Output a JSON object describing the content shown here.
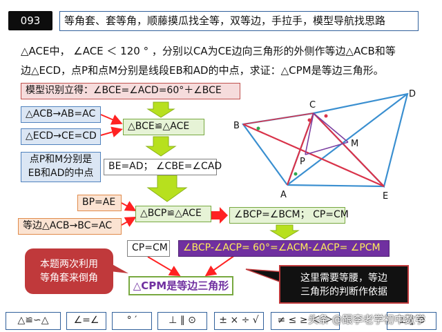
{
  "header": {
    "badge": "093",
    "title": "等角套、套等角，顺藤摸瓜找全等，双等边，手拉手，模型导航找思路"
  },
  "problem": {
    "line1": "△ACE中， ∠ACE ＜ 120 ° ，分别以CA为CE边向三角形的外侧作等边△ACB和等",
    "line2": "边△ECD，点P和点M分别是线段EB和AD的中点，求证：△CPM是等边三角形。"
  },
  "flow": {
    "model": "模型识别立得：∠BCE=∠ACD=60°＋∠BCE",
    "acb": "△ACB→AB=AC",
    "ecd": "△ECD→CE=CD",
    "congruent1": "△BCE≌△ACE",
    "midpoint_line1": "点P和M分别是",
    "midpoint_line2": "EB和AD的中点",
    "be_ad": "BE=AD； ∠CBE=∠CAD",
    "bp_ae": "BP=AE",
    "acb_bc": "等边△ACB→BC=AC",
    "congruent2": "△BCP≌△ACE",
    "angle_eq": "∠BCP=∠BCM； CP=CM",
    "cp_cm": "CP=CM",
    "angle_calc": "∠BCP-∠ACP= 60°=∠ACM-∠ACP= ∠PCM",
    "result": "△CPM是等边三角形",
    "note_red_line1": "本题两次利用",
    "note_red_line2": "等角套来倒角",
    "note_black_line1": "这里需要等腰，等边",
    "note_black_line2": "三角形的判断作依据"
  },
  "diagram": {
    "labels": {
      "A": "A",
      "B": "B",
      "C": "C",
      "D": "D",
      "E": "E",
      "P": "P",
      "M": "M"
    },
    "colors": {
      "blue": "#3a8fd0",
      "red": "#d9334a",
      "purple": "#7b3fa0",
      "green": "#2ea84f"
    }
  },
  "toolbar": {
    "chips": [
      "△≌∽△",
      "∠=∠",
      "° ′",
      "⊥ ∥ ⊙",
      "± × ÷ √",
      "≠ ≤ ≥ ＜ ＞",
      "⊥ ∥ ⊙"
    ]
  },
  "watermark": "头条 @跟李老学初中数学"
}
